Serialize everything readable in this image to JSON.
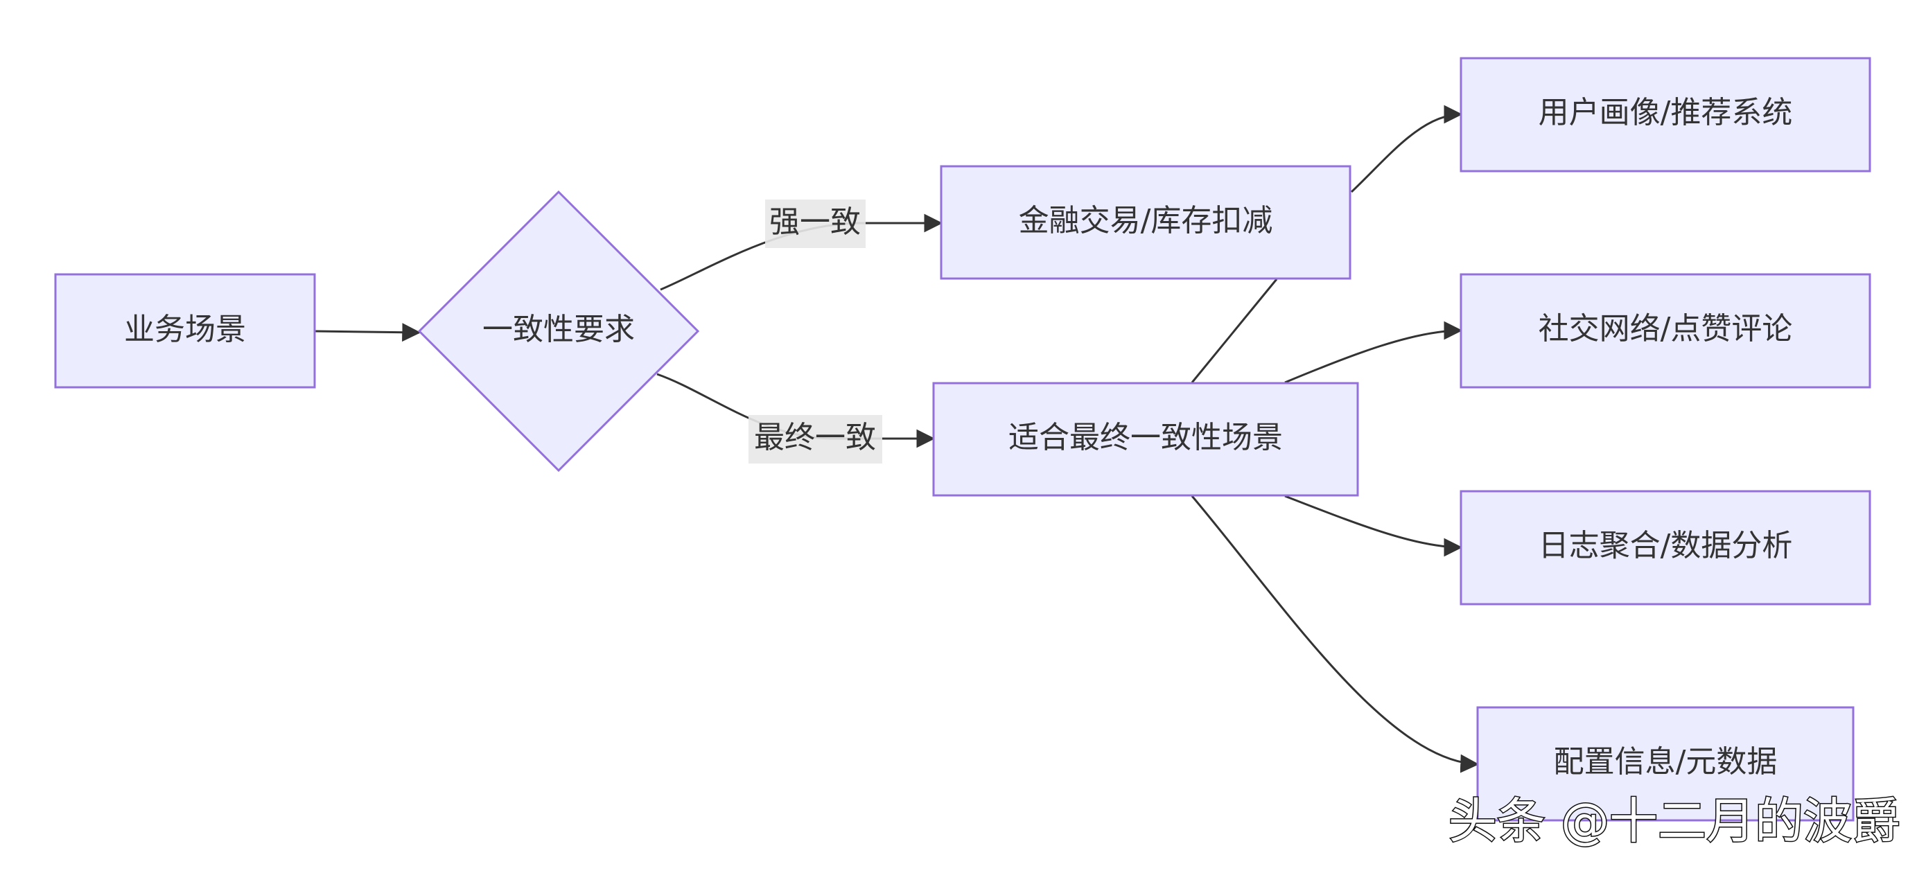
{
  "diagram": {
    "nodes": {
      "business": "业务场景",
      "consistency": "一致性要求",
      "finance": "金融交易/库存扣减",
      "eventual": "适合最终一致性场景",
      "profile": "用户画像/推荐系统",
      "social": "社交网络/点赞评论",
      "logs": "日志聚合/数据分析",
      "config": "配置信息/元数据"
    },
    "edges": {
      "strong": "强一致",
      "eventual": "最终一致"
    }
  },
  "watermark": "头条 @十二月的波爵",
  "colors": {
    "node_fill": "#ECECFF",
    "node_stroke": "#9370DB",
    "edge": "#333333",
    "label_bg": "#E8E8E8"
  }
}
